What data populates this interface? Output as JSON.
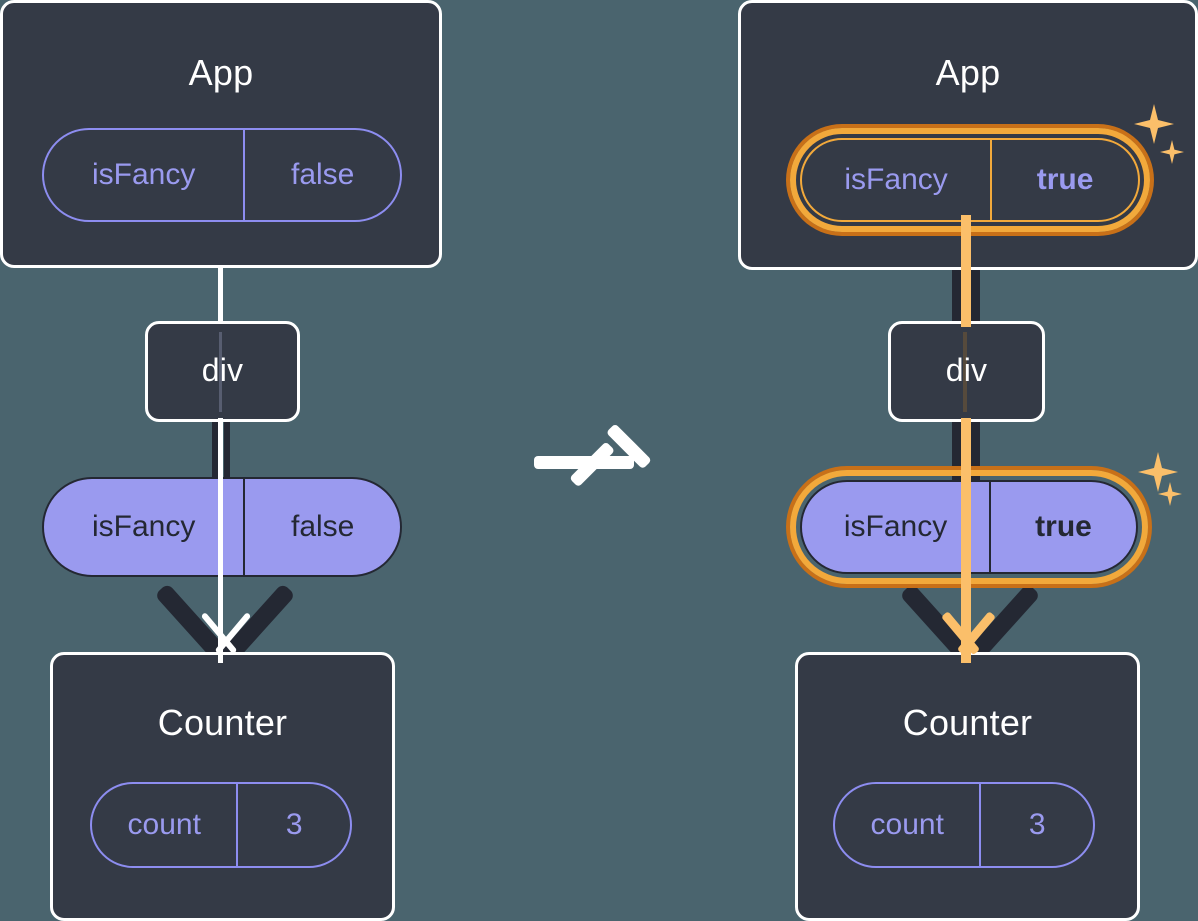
{
  "background_color": "#4a646e",
  "colors": {
    "card": "#343a46",
    "card_border": "#ffffff",
    "periwinkle": "#9a9aef",
    "periwinkle_stroke": "#8d8df0",
    "dark_ink": "#242833",
    "highlight_orange": "#f2a93b",
    "highlight_orange_dark": "#c87018",
    "sparkle": "#fbbf6a"
  },
  "transition": {
    "arrow_icon": "arrow-right-icon",
    "direction": "left-to-right"
  },
  "panels": [
    {
      "id": "before",
      "app": {
        "title": "App",
        "state_pill": {
          "key": "isFancy",
          "value": "false",
          "highlighted": false,
          "value_bold": false,
          "style": "outline"
        }
      },
      "div": {
        "title": "div"
      },
      "prop_pill": {
        "key": "isFancy",
        "value": "false",
        "highlighted": false,
        "value_bold": false,
        "style": "solid"
      },
      "counter": {
        "title": "Counter",
        "state_pill": {
          "key": "count",
          "value": "3",
          "highlighted": false,
          "value_bold": false,
          "style": "outline"
        }
      },
      "sparkles": false
    },
    {
      "id": "after",
      "app": {
        "title": "App",
        "state_pill": {
          "key": "isFancy",
          "value": "true",
          "highlighted": true,
          "value_bold": true,
          "style": "dark"
        }
      },
      "div": {
        "title": "div"
      },
      "prop_pill": {
        "key": "isFancy",
        "value": "true",
        "highlighted": true,
        "value_bold": true,
        "style": "solid"
      },
      "counter": {
        "title": "Counter",
        "state_pill": {
          "key": "count",
          "value": "3",
          "highlighted": false,
          "value_bold": false,
          "style": "outline"
        }
      },
      "sparkles": true
    }
  ]
}
